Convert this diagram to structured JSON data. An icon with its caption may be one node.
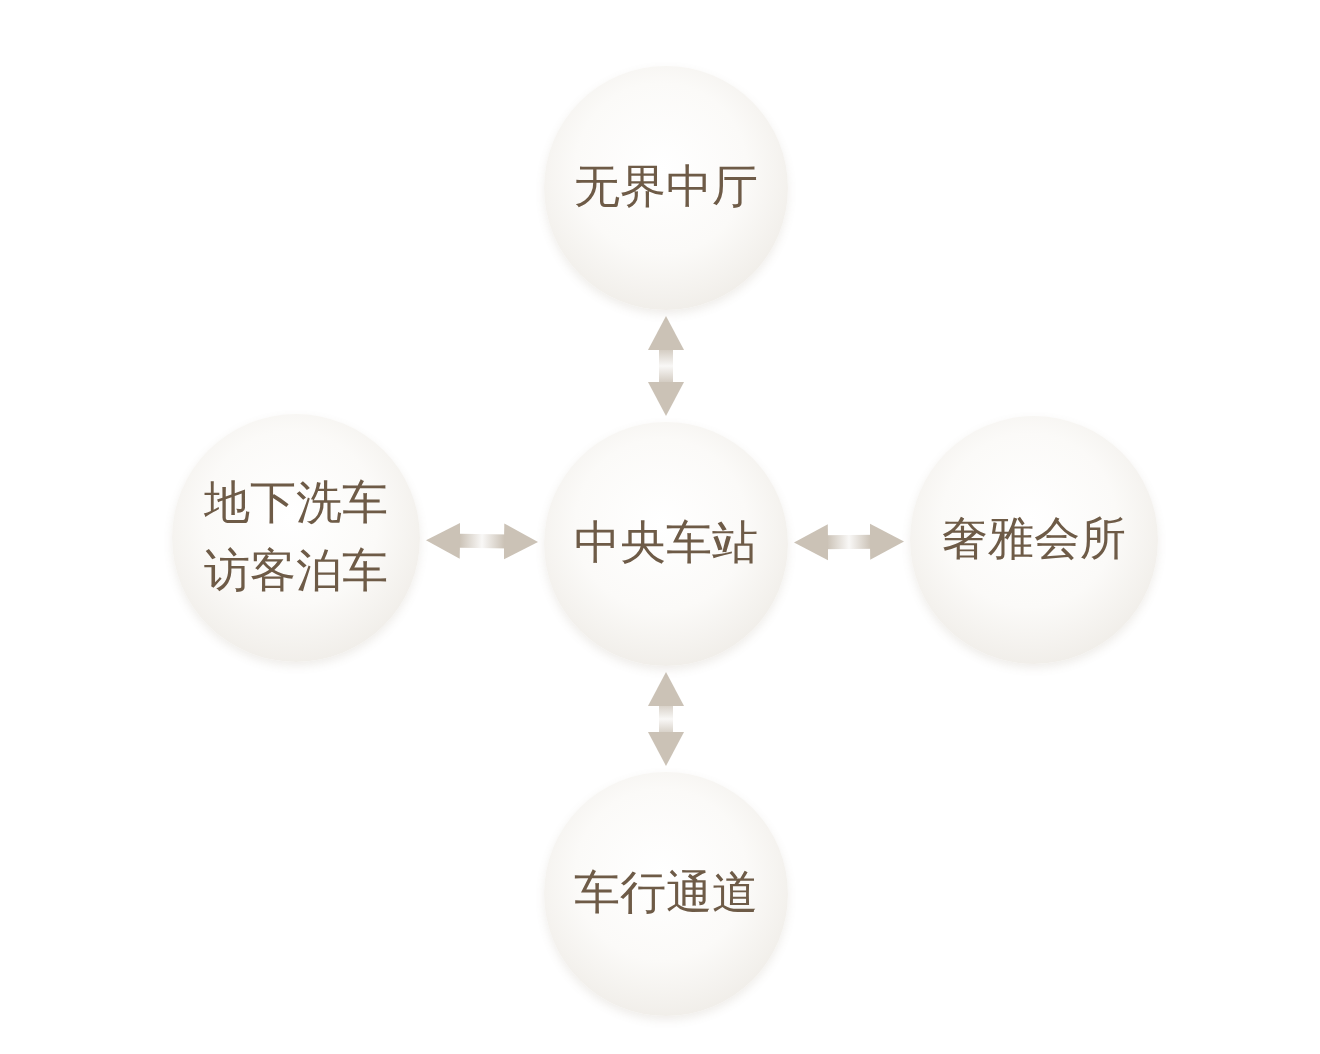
{
  "diagram": {
    "nodes": [
      {
        "text": [
          "无界中厅"
        ]
      },
      {
        "text": [
          "地下洗车访客泊车"
        ]
      },
      {
        "text": [
          "中央车站"
        ]
      },
      {
        "text": [
          "奢雅会所"
        ]
      },
      {
        "text": [
          "车行通道"
        ]
      }
    ],
    "edges": [
      {
        "from": 2,
        "to": 0,
        "arrow": "both"
      },
      {
        "from": 1,
        "to": 2,
        "arrow": "both"
      },
      {
        "from": 2,
        "to": 3,
        "arrow": "both"
      },
      {
        "from": 2,
        "to": 4,
        "arrow": "both"
      }
    ]
  }
}
